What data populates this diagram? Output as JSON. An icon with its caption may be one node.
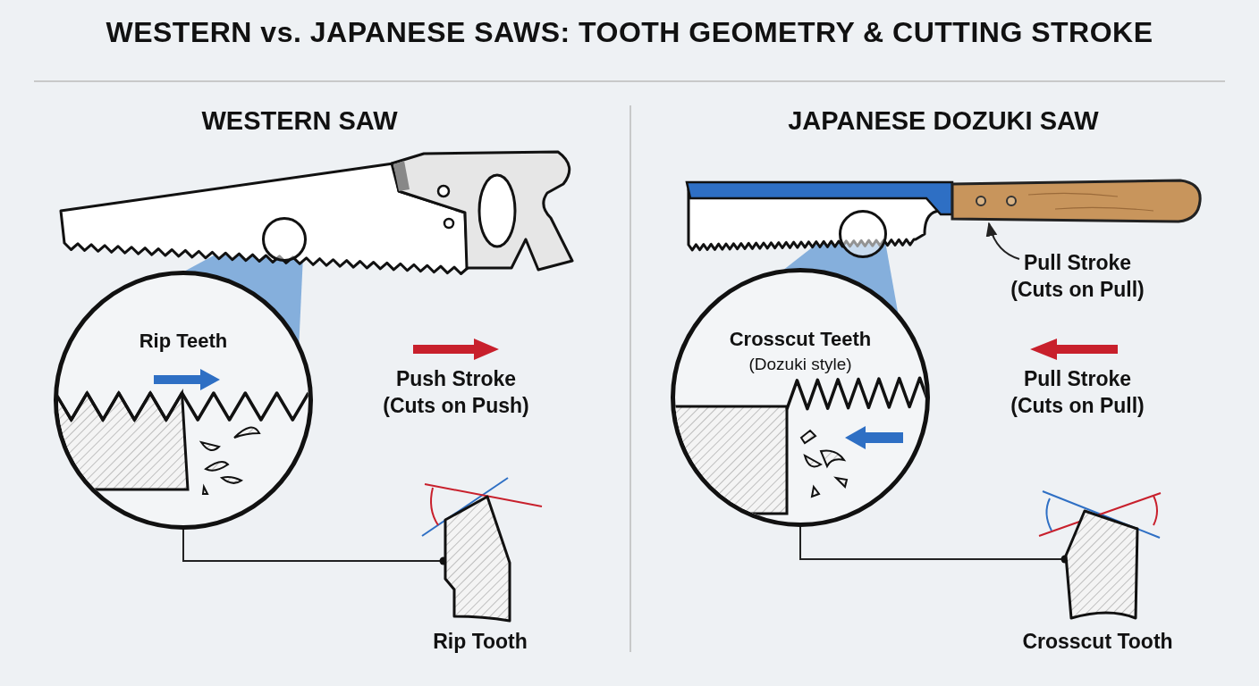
{
  "diagram": {
    "title": "WESTERN vs. JAPANESE SAWS: TOOTH GEOMETRY & CUTTING STROKE",
    "nodes": [
      {
        "text": [],
        "shape": "picture"
      },
      {
        "text": [],
        "shape": "circle",
        "in": 0
      },
      {
        "text": [
          "Rip Teeth"
        ]
      },
      {
        "text": [
          "Rip Tooth"
        ]
      },
      {
        "text": [],
        "shape": "picture"
      },
      {
        "text": [],
        "shape": "circle",
        "in": 4
      },
      {
        "text": [
          "Crosscut Teeth",
          "(Dozuki style)"
        ]
      },
      {
        "text": [
          "Crosscut Tooth"
        ]
      },
      {
        "text": [
          "Pull Stroke (Cuts on Pull)"
        ]
      }
    ],
    "edges": [
      {
        "from": 1,
        "to": 2,
        "arrow": "none",
        "style": "thick",
        "color": "#6a9fd6"
      },
      {
        "from": 2,
        "to": 3,
        "arrow": "other"
      },
      {
        "from": 5,
        "to": 6,
        "arrow": "none",
        "style": "thick",
        "color": "#6a9fd6"
      },
      {
        "from": 6,
        "to": 7,
        "arrow": "other"
      },
      {
        "from": 8,
        "to": 4,
        "arrow": "to"
      }
    ],
    "labels": [
      "WESTERN SAW",
      "JAPANESE DOZUKI SAW",
      "Push Stroke (Cuts on Push)",
      "Pull Stroke (Cuts on Pull)"
    ]
  }
}
